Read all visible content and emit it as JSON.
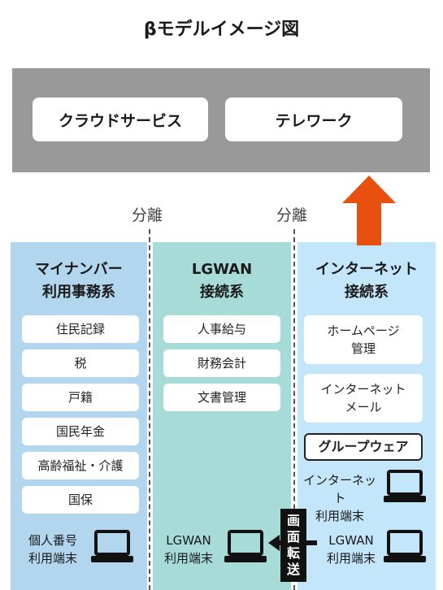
{
  "title": "βモデルイメージ図",
  "top_box": {
    "cards": [
      "クラウドサービス",
      "テレワーク"
    ]
  },
  "separator_label": "分離",
  "columns": {
    "mynumber": {
      "heading": [
        "マイナンバー",
        "利用事務系"
      ],
      "items": [
        "住民記録",
        "税",
        "戸籍",
        "国民年金",
        "高齢福祉・介護",
        "国保"
      ],
      "terminal": [
        "個人番号",
        "利用端末"
      ]
    },
    "lgwan": {
      "heading": [
        "LGWAN",
        "接続系"
      ],
      "items": [
        "人事給与",
        "財務会計",
        "文書管理"
      ],
      "terminal": [
        "LGWAN",
        "利用端末"
      ]
    },
    "internet": {
      "heading": [
        "インターネット",
        "接続系"
      ],
      "items": [
        [
          "ホームページ",
          "管理"
        ],
        [
          "インターネット",
          "メール"
        ]
      ],
      "groupware": "グループウェア",
      "terminal_internet": [
        "インターネット",
        "利用端末"
      ],
      "terminal_lgwan": [
        "LGWAN",
        "利用端末"
      ]
    }
  },
  "screen_transfer": [
    "画",
    "面",
    "転",
    "送"
  ],
  "colors": {
    "top_box": "#999999",
    "mynumber": "#b2d6ee",
    "lgwan": "#a6dbd8",
    "internet": "#c3e6fa",
    "up_arrow": "#e8500f"
  }
}
